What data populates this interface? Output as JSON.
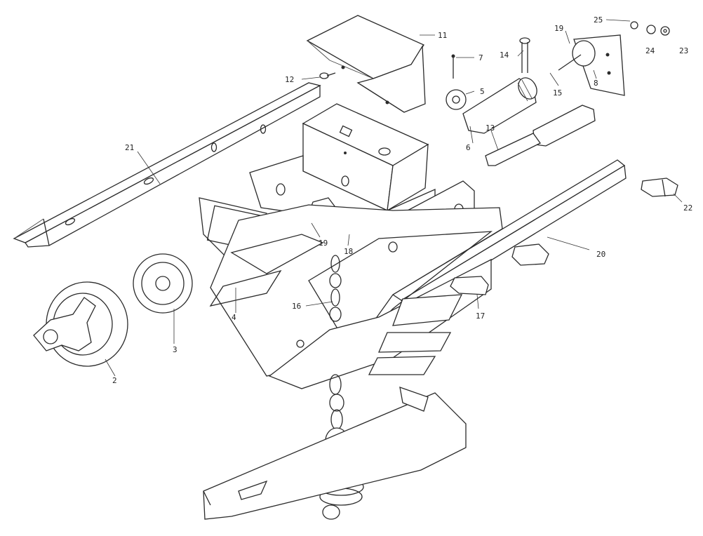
{
  "diagram": {
    "callouts": [
      "11",
      "12",
      "7",
      "14",
      "19",
      "25",
      "24",
      "23",
      "5",
      "15",
      "8",
      "6",
      "13",
      "21",
      "22",
      "20",
      "19",
      "18",
      "16",
      "17",
      "4",
      "3",
      "2"
    ]
  }
}
